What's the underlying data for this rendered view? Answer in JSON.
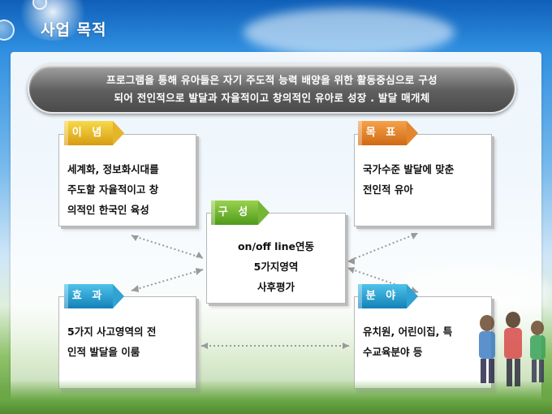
{
  "page": {
    "title": "사업 목적"
  },
  "banner": {
    "line1": "프로그램을 통해 유아들은 자기 주도적 능력 배양을 위한 활동중심으로 구성",
    "line2": "되어 전인적으로 발달과 자율적이고 창의적인 유아로 성장 . 발달 매개체"
  },
  "boxes": {
    "philosophy": {
      "tag": "이 념",
      "lines": [
        "세계화, 정보화시대를",
        "주도할 자율적이고 창",
        "의적인 한국인 육성"
      ]
    },
    "goal": {
      "tag": "목 표",
      "lines": [
        "국가수준 발달에 맞춘",
        "전인적 유아"
      ]
    },
    "composition": {
      "tag": "구 성",
      "lines": [
        "on/off line연동",
        "5가지영역",
        "사후평가"
      ]
    },
    "effect": {
      "tag": "효 과",
      "lines": [
        "5가지 사고영역의 전",
        "인적 발달을 이룸"
      ]
    },
    "field": {
      "tag": "분 야",
      "lines": [
        "유치원, 어린이집, 특",
        "수교육분야 등"
      ]
    }
  },
  "colors": {
    "tag_yellow": "#e5b52b",
    "tag_orange": "#e2852f",
    "tag_green": "#76b636",
    "tag_blue": "#31a3d3",
    "connector": "#9a9a9a"
  }
}
